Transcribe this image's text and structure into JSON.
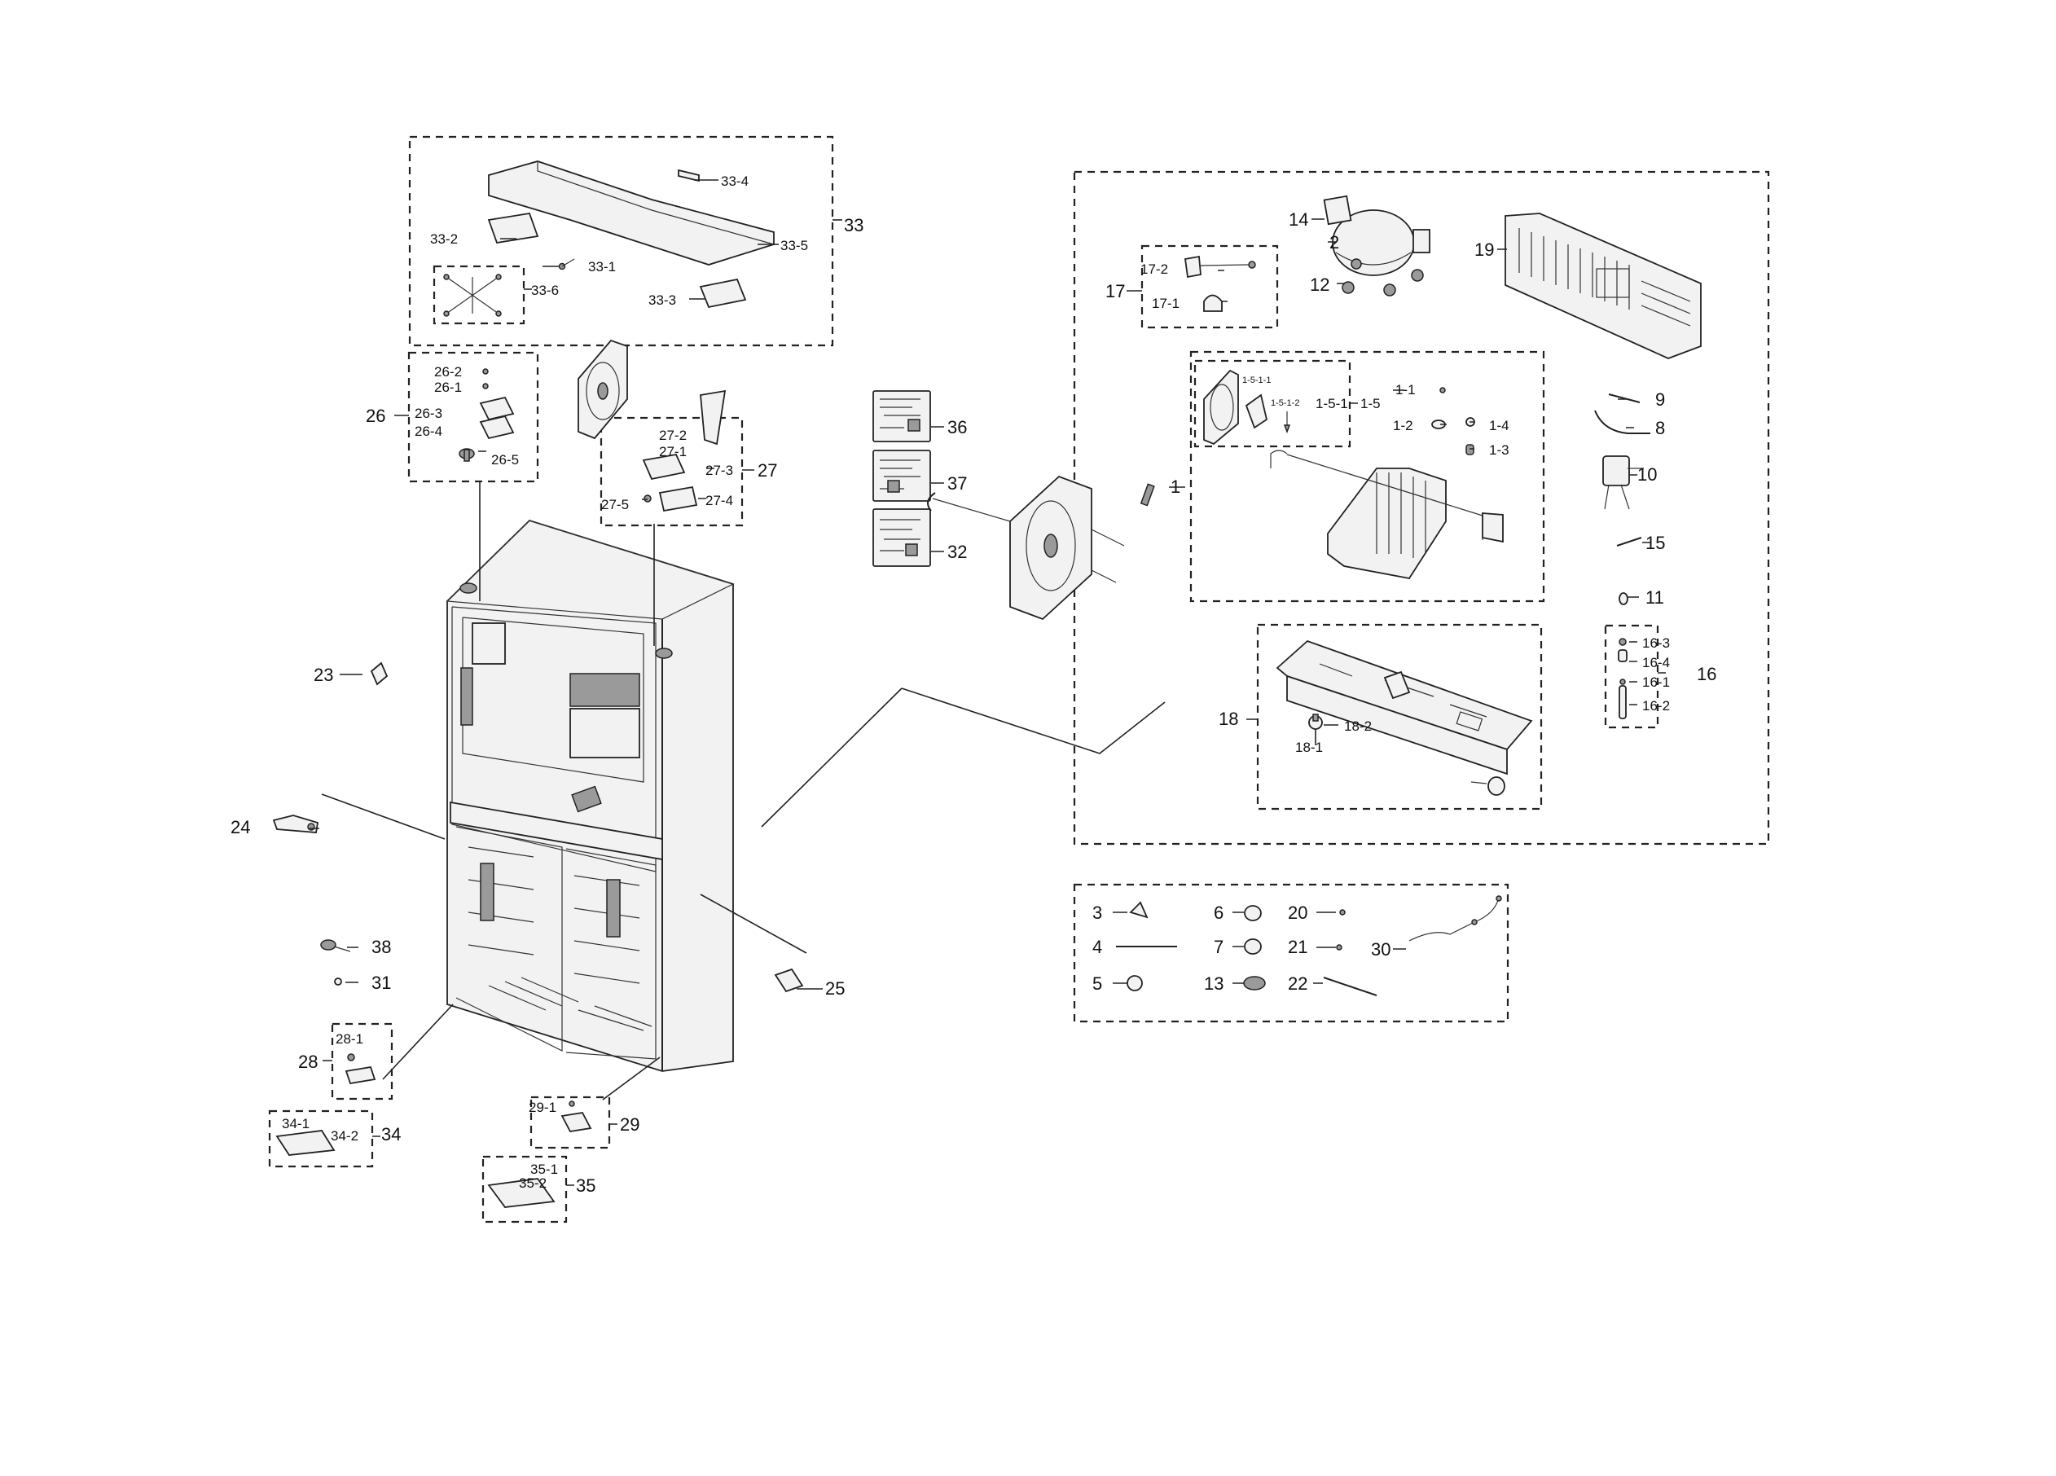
{
  "labels": {
    "l1": "1",
    "l1_1": "1-1",
    "l1_2": "1-2",
    "l1_3": "1-3",
    "l1_4": "1-4",
    "l1_5": "1-5",
    "l1_5_1": "1-5-1",
    "l1_5_1_1": "1-5-1-1",
    "l1_5_1_2": "1-5-1-2",
    "l2": "2",
    "l3": "3",
    "l4": "4",
    "l5": "5",
    "l6": "6",
    "l7": "7",
    "l8": "8",
    "l9": "9",
    "l10": "10",
    "l11": "11",
    "l12": "12",
    "l13": "13",
    "l14": "14",
    "l15": "15",
    "l16": "16",
    "l16_1": "16-1",
    "l16_2": "16-2",
    "l16_3": "16-3",
    "l16_4": "16-4",
    "l17": "17",
    "l17_1": "17-1",
    "l17_2": "17-2",
    "l18": "18",
    "l18_1": "18-1",
    "l18_2": "18-2",
    "l19": "19",
    "l20": "20",
    "l21": "21",
    "l22": "22",
    "l23": "23",
    "l24": "24",
    "l25": "25",
    "l26": "26",
    "l26_1": "26-1",
    "l26_2": "26-2",
    "l26_3": "26-3",
    "l26_4": "26-4",
    "l26_5": "26-5",
    "l27": "27",
    "l27_1": "27-1",
    "l27_2": "27-2",
    "l27_3": "27-3",
    "l27_4": "27-4",
    "l27_5": "27-5",
    "l28": "28",
    "l28_1": "28-1",
    "l29": "29",
    "l29_1": "29-1",
    "l30": "30",
    "l31": "31",
    "l32": "32",
    "l33": "33",
    "l33_1": "33-1",
    "l33_2": "33-2",
    "l33_3": "33-3",
    "l33_4": "33-4",
    "l33_5": "33-5",
    "l33_6": "33-6",
    "l34": "34",
    "l34_1": "34-1",
    "l34_2": "34-2",
    "l35": "35",
    "l35_1": "35-1",
    "l35_2": "35-2",
    "l36": "36",
    "l37": "37",
    "l38": "38"
  }
}
